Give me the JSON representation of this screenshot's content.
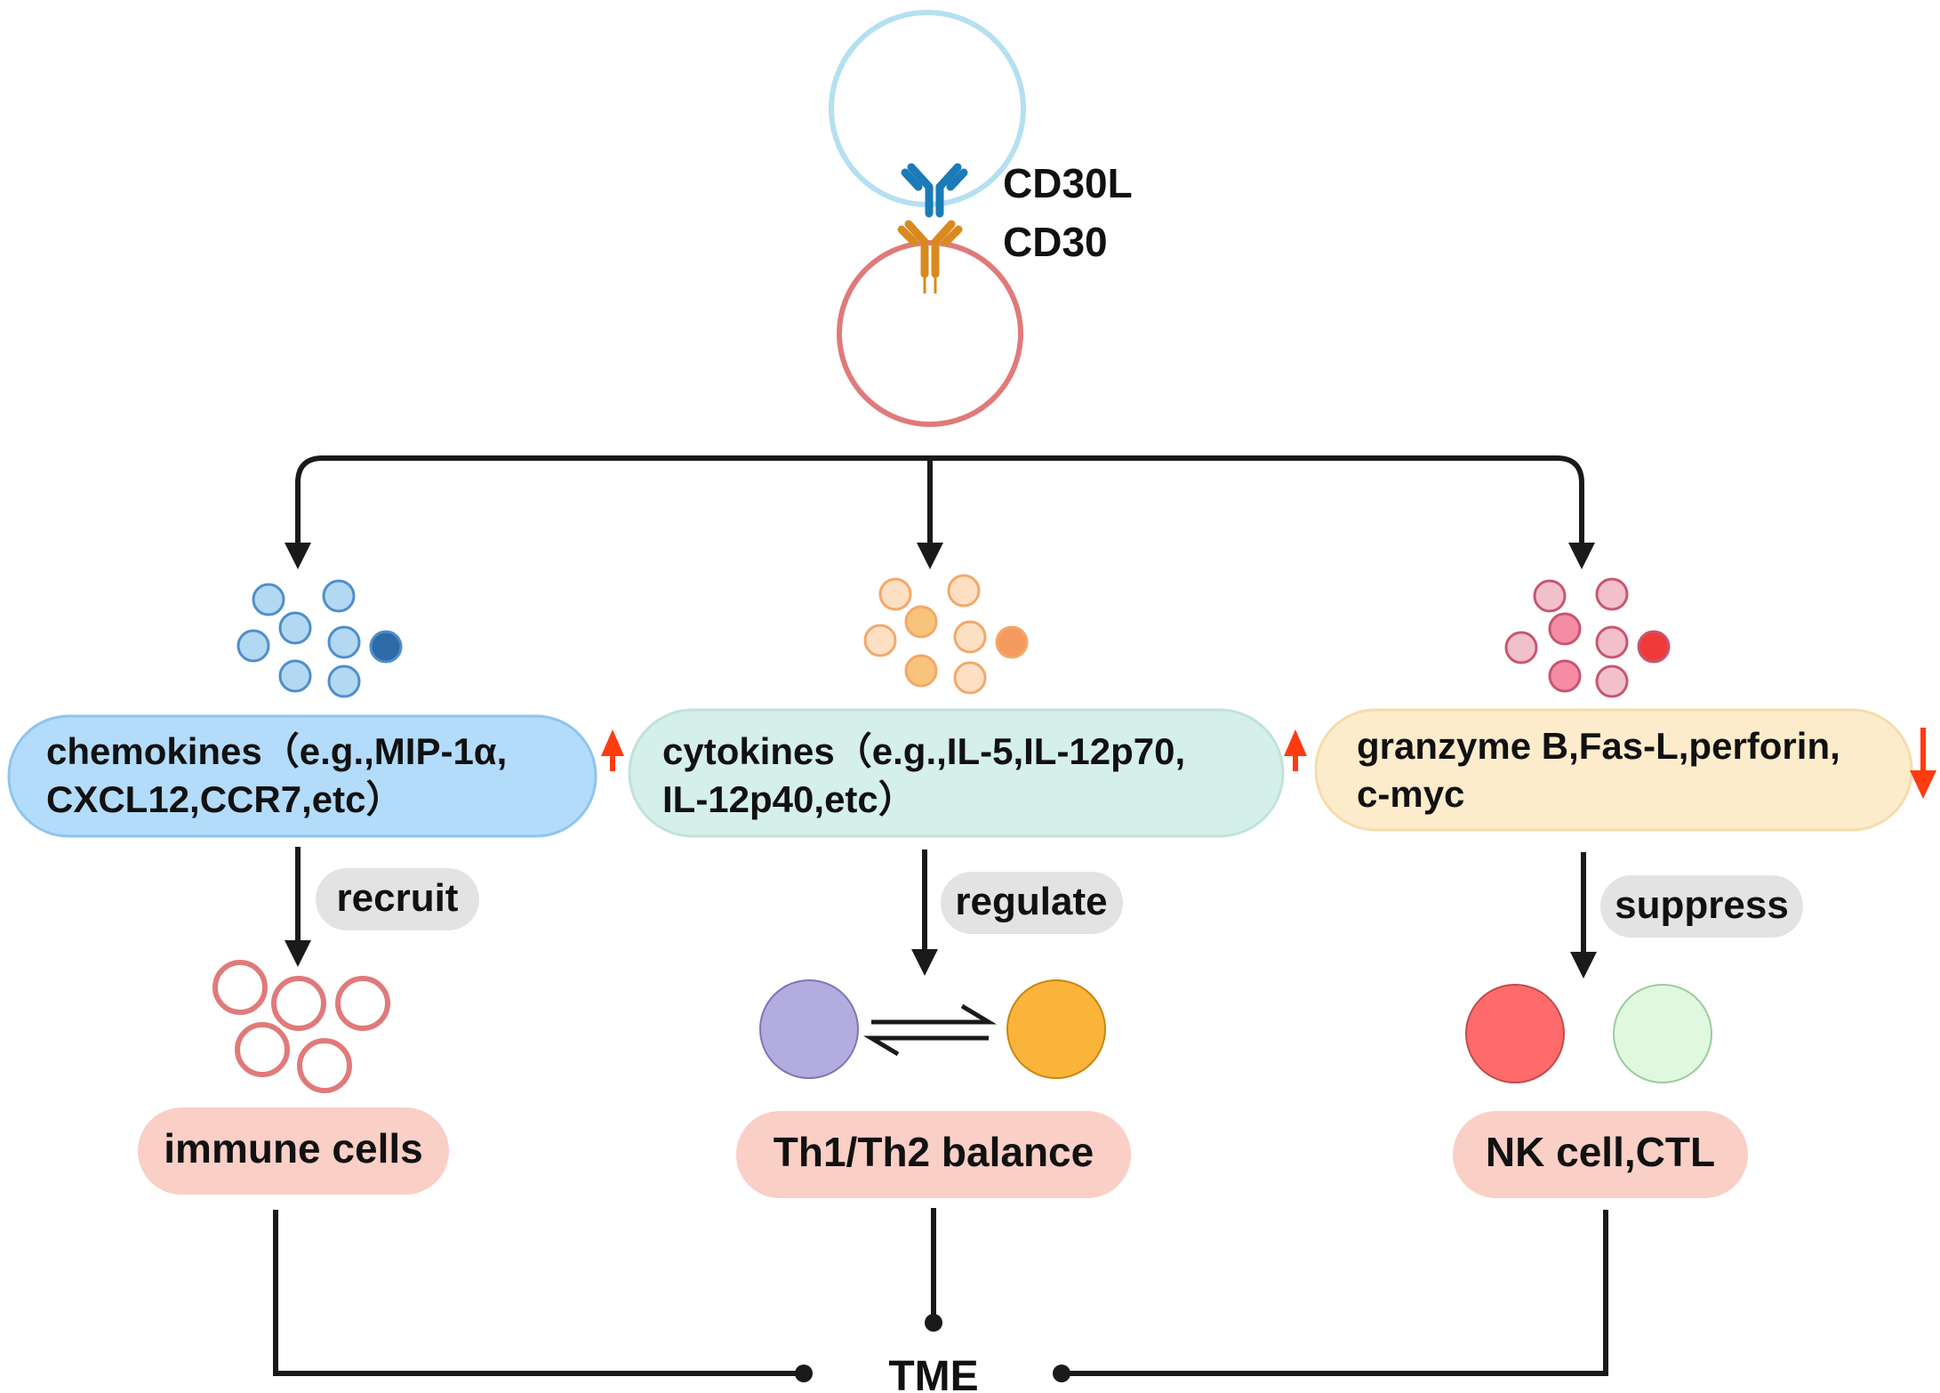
{
  "receptor": {
    "ligand_label": "CD30L",
    "receptor_label": "CD30"
  },
  "branches": [
    {
      "pill_line1": "chemokines（e.g.,MIP-1α,",
      "pill_line2": "CXCL12,CCR7,etc）",
      "trend": "up",
      "action": "recruit",
      "target": "immune cells"
    },
    {
      "pill_line1": "cytokines（e.g.,IL-5,IL-12p70,",
      "pill_line2": "IL-12p40,etc）",
      "trend": "up",
      "action": "regulate",
      "target": "Th1/Th2 balance"
    },
    {
      "pill_line1": "granzyme B,Fas-L,perforin,",
      "pill_line2": "c-myc",
      "trend": "down",
      "action": "suppress",
      "target": "NK cell,CTL"
    }
  ],
  "outcome": "TME",
  "colors": {
    "line": "#1a1a1a",
    "trend_arrow": "#ff3b0f",
    "pill_chemokines": "#b3dcfb",
    "pill_cytokines": "#d5efea",
    "pill_granzyme": "#fdeccc",
    "pill_target": "#f9cfc6",
    "pill_action": "#e3e3e3",
    "cell_top": "#b5dff2",
    "cell_bottom": "#e07a7a",
    "ligand": "#1a7bb8",
    "receptor": "#d98a1e",
    "th1": "#b3acdf",
    "th2": "#fbb43a",
    "nk": "#ff6b6b",
    "ctl": "#dff8df"
  }
}
